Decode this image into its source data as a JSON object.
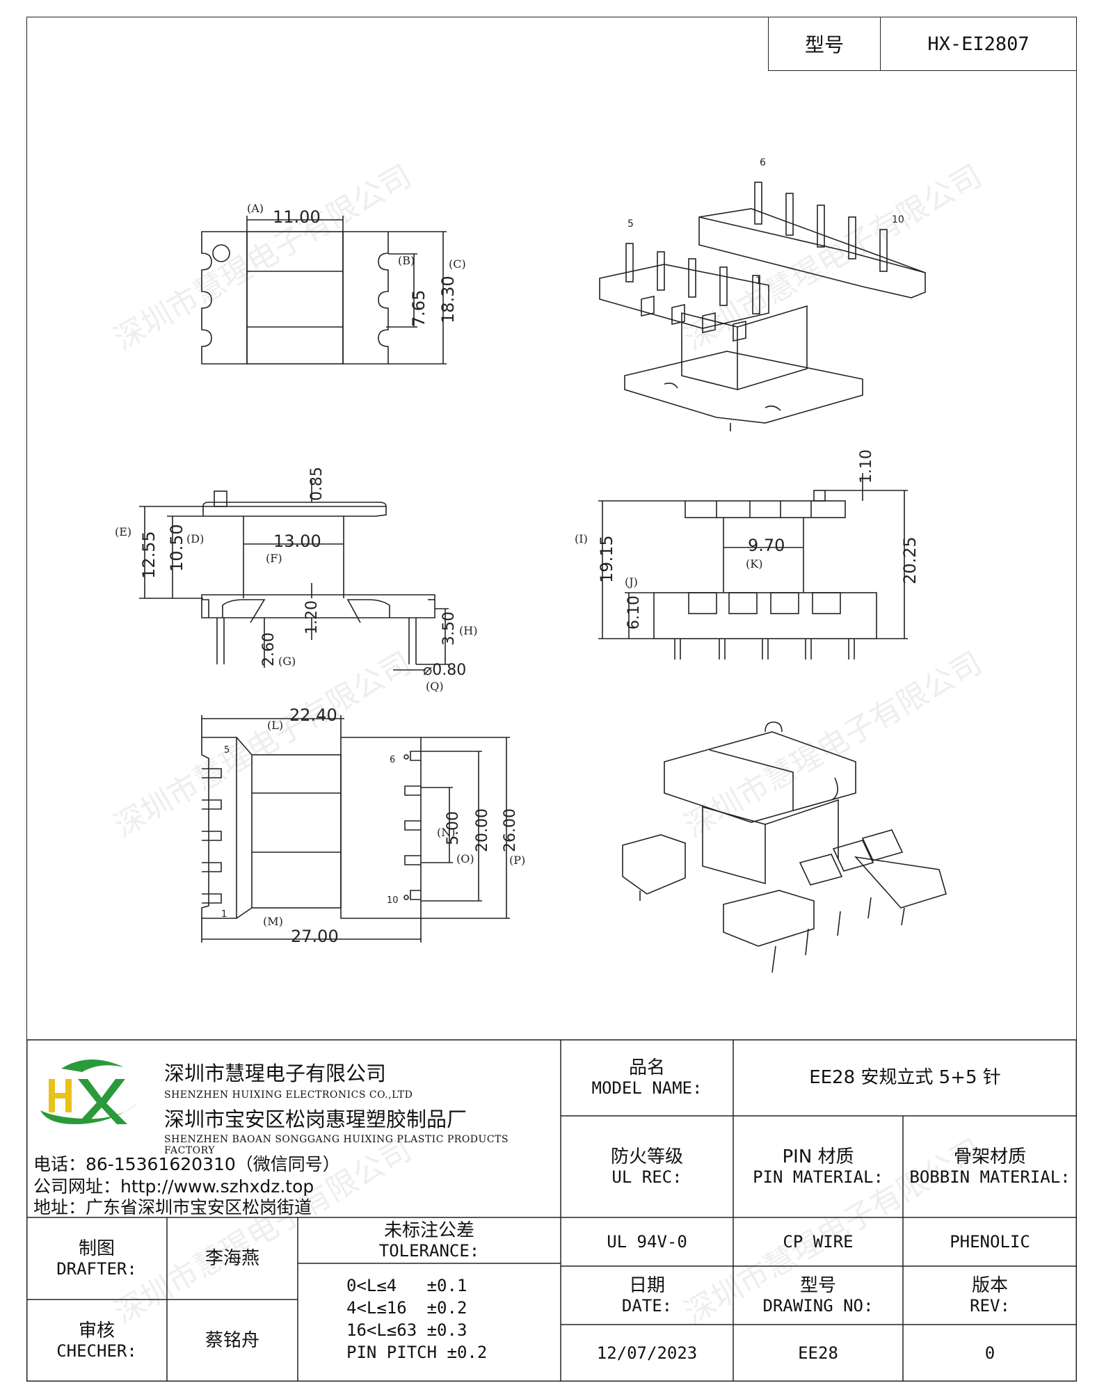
{
  "header": {
    "model_label": "型号",
    "model_value": "HX-EI2807"
  },
  "watermark": "深圳市慧瑆电子有限公司",
  "drawing": {
    "top_view": {
      "A": "(A)",
      "A_val": "11.00",
      "B": "(B)",
      "B_val": "7.65",
      "C": "(C)",
      "C_val": "18.30"
    },
    "iso_top": {
      "pin_5": "5",
      "pin_6": "6",
      "pin_10": "10",
      "pin_1": "1"
    },
    "front_view": {
      "E": "(E)",
      "E_val": "12.55",
      "D": "(D)",
      "D_val": "10.50",
      "top_val": "0.85",
      "F": "(F)",
      "F_val": "13.00",
      "G": "(G)",
      "G_val": "2.60",
      "flange_val": "1.20",
      "H": "(H)",
      "H_val": "3.50",
      "Q": "(Q)",
      "Q_val": "⌀0.80"
    },
    "side_view": {
      "I": "(I)",
      "I_val": "19.15",
      "J": "(J)",
      "J_val": "6.10",
      "K": "(K)",
      "K_val": "9.70",
      "top_val": "1.10",
      "total_val": "20.25"
    },
    "bottom_view": {
      "L": "(L)",
      "L_val": "22.40",
      "M": "(M)",
      "M_val": "27.00",
      "N": "(N)",
      "N_val": "5.00",
      "O": "(O)",
      "O_val": "20.00",
      "P": "(P)",
      "P_val": "26.00",
      "pin_5": "5",
      "pin_1": "1",
      "pin_6": "6",
      "pin_10": "10"
    }
  },
  "company": {
    "name_cn": "深圳市慧瑆电子有限公司",
    "name_en": "SHENZHEN HUIXING ELECTRONICS CO.,LTD",
    "factory_cn": "深圳市宝安区松岗惠瑆塑胶制品厂",
    "factory_en": "SHENZHEN BAOAN SONGGANG HUIXING PLASTIC PRODUCTS FACTORY",
    "phone": "电话：86-15361620310（微信同号）",
    "website": "公司网址：http://www.szhxdz.top",
    "address": "地址：广东省深圳市宝安区松岗街道"
  },
  "title_block": {
    "model_name_cn": "品名",
    "model_name_en": "MODEL NAME:",
    "model_name_value": "EE28 安规立式 5+5 针",
    "ul_cn": "防火等级",
    "ul_en": "UL REC:",
    "ul_value": "UL 94V-0",
    "pin_mat_cn": "PIN 材质",
    "pin_mat_en": "PIN MATERIAL:",
    "pin_mat_value": "CP WIRE",
    "bobbin_cn": "骨架材质",
    "bobbin_en": "BOBBIN MATERIAL:",
    "bobbin_value": "PHENOLIC",
    "drafter_cn": "制图",
    "drafter_en": "DRAFTER:",
    "drafter_name": "李海燕",
    "checker_cn": "审核",
    "checker_en": "CHECHER:",
    "checker_name": "蔡铭舟",
    "tolerance_cn": "未标注公差",
    "tolerance_en": "TOLERANCE:",
    "tolerances": [
      "0<L≤4   ±0.1",
      "4<L≤16  ±0.2",
      "16<L≤63 ±0.3",
      "PIN PITCH ±0.2"
    ],
    "date_cn": "日期",
    "date_en": "DATE:",
    "date_value": "12/07/2023",
    "drawing_no_cn": "型号",
    "drawing_no_en": "DRAWING NO:",
    "drawing_no_value": "EE28",
    "rev_cn": "版本",
    "rev_en": "REV:",
    "rev_value": "0"
  },
  "colors": {
    "line": "#222222",
    "logo_green": "#2a9a3a",
    "logo_yellow": "#e8c21a"
  }
}
